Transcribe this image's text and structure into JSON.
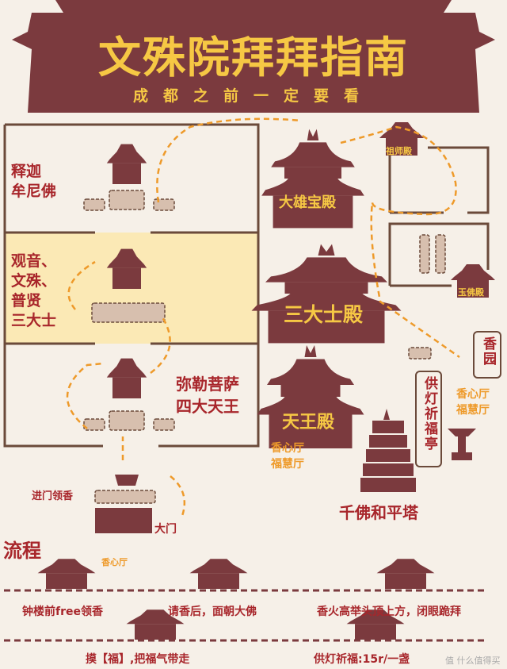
{
  "header": {
    "title": "文殊院拜拜指南",
    "subtitle": "成都之前一定要看"
  },
  "left_column": {
    "row1": "释迦\n牟尼佛",
    "row2": [
      "观音、",
      "文殊、",
      "普贤",
      "三大士"
    ],
    "row3": [
      "弥勒菩萨",
      "四大天王"
    ],
    "entrance_incense": "进门领香",
    "gate": "大门",
    "xiangxin": "香心厅"
  },
  "halls": {
    "daxiong": "大雄宝殿",
    "sandashi": "三大士殿",
    "tianwang": "天王殿",
    "zushi": "祖师殿",
    "yufo": "玉佛殿",
    "tianwang_side": [
      "香心厅",
      "福慧厅"
    ],
    "right_side": [
      "香心厅",
      "福慧厅"
    ],
    "xiangyuan": "香园",
    "gongdeng": "供灯祈福亭",
    "pagoda": "千佛和平塔"
  },
  "process": {
    "title": "流程",
    "steps": [
      "钟楼前free领香",
      "请香后，面朝大佛",
      "香火高举头顶上方，闭眼跪拜",
      "摸【福】,把福气带走",
      "供灯祈福:15r/一盏"
    ]
  },
  "watermark": "值 什么值得买",
  "colors": {
    "banner": "#7b3a3e",
    "title": "#f6c844",
    "text_red": "#a8262b",
    "path_orange": "#ee9a2a",
    "wall": "#6b4a3a",
    "highlight": "#fbe9b5",
    "background": "#f6f0e8"
  }
}
